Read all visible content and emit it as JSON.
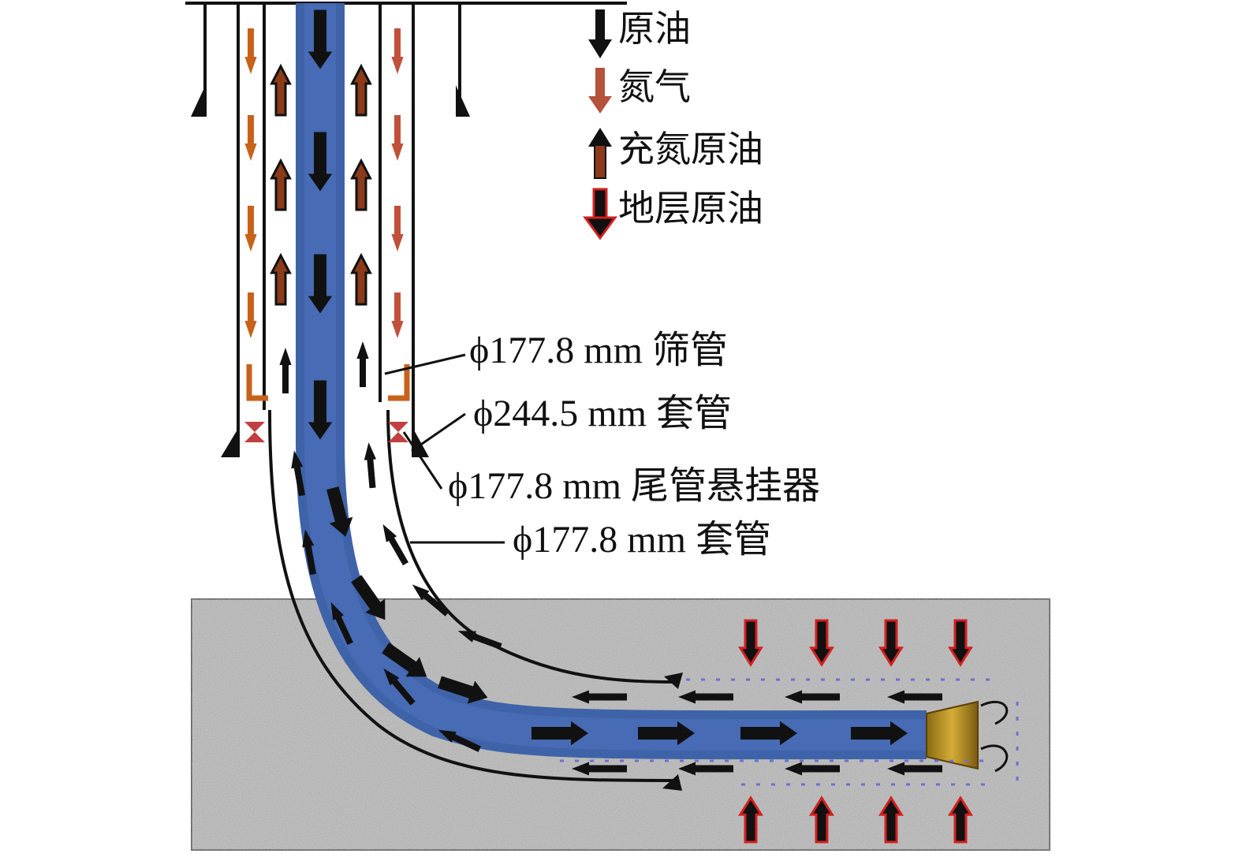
{
  "legend": [
    {
      "label": "原油",
      "icon": "black-down-arrow-icon",
      "color": "#111111"
    },
    {
      "label": "氮气",
      "icon": "brown-down-arrow-icon",
      "color": "#b5523b"
    },
    {
      "label": "充氮原油",
      "icon": "brown-up-arrow-icon",
      "color": "#8b3a1a"
    },
    {
      "label": "地层原油",
      "icon": "red-outlined-down-arrow-icon",
      "color": "#d42020"
    }
  ],
  "callouts": {
    "screen_pipe": "ϕ177.8 mm 筛管",
    "casing_244": "ϕ244.5 mm 套管",
    "liner_hanger": "ϕ177.8 mm 尾管悬挂器",
    "casing_177": "ϕ177.8 mm 套管"
  },
  "colors": {
    "tubing_blue": "#3f63a8",
    "formation_gray": "#a9a9a9",
    "nitrogen_orange": "#c8621a",
    "crude_black": "#111111",
    "formation_oil_red": "#d42020",
    "drill_bit_gold": "#c9a227"
  }
}
